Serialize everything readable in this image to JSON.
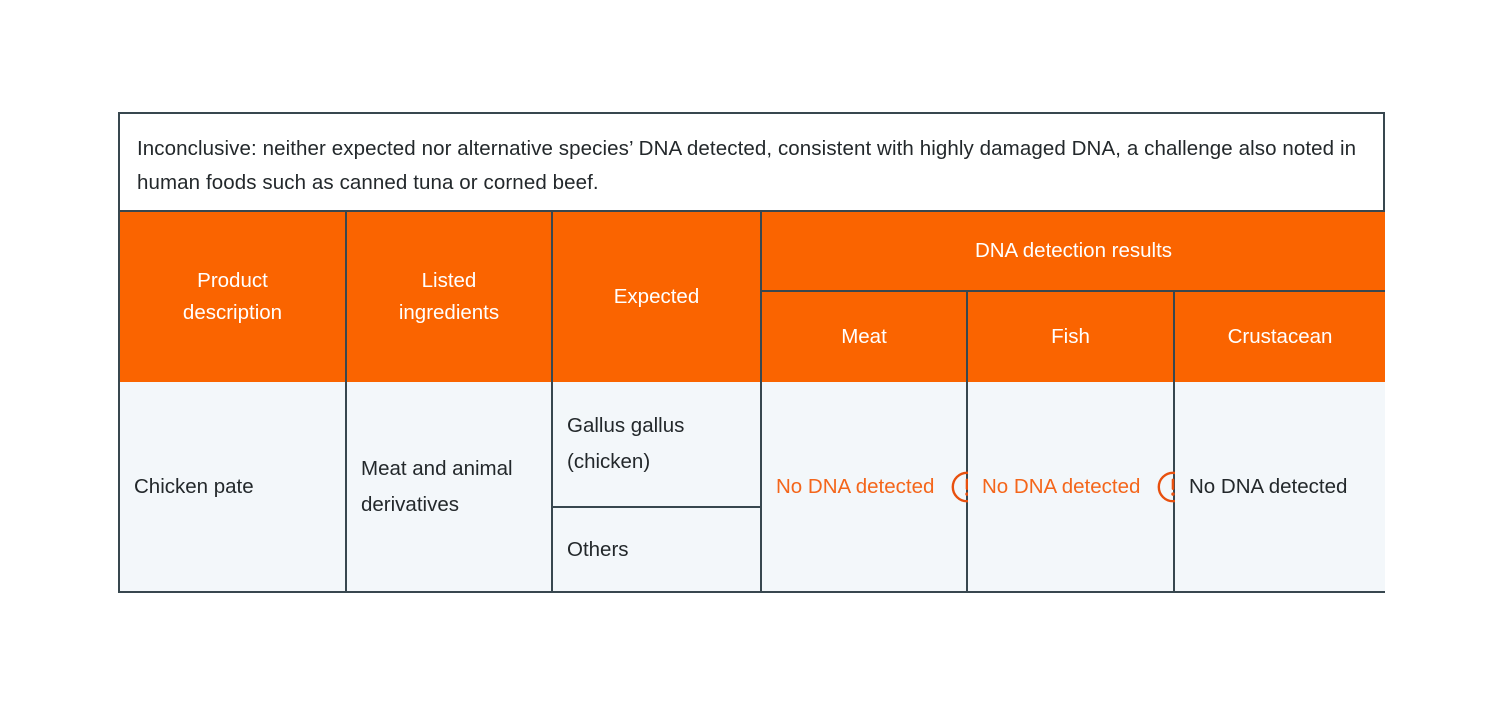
{
  "table": {
    "note": "Inconclusive: neither expected nor alternative species’ DNA detected, consistent with highly damaged DNA, a challenge also noted in human foods such as canned tuna or corned beef.",
    "colors": {
      "header_background": "#FA6400",
      "header_text": "#FFFFFF",
      "body_background": "#F3F7FA",
      "body_text": "#23282B",
      "border": "#38474F",
      "alert_text": "#F4661B",
      "alert_icon": "#E8500E"
    },
    "headers": {
      "product_description": "Product\ndescription",
      "product_description_line1": "Product",
      "product_description_line2": "description",
      "listed_ingredients_line1": "Listed",
      "listed_ingredients_line2": "ingredients",
      "expected": "Expected",
      "dna_group": "DNA detection results",
      "meat": "Meat",
      "fish": "Fish",
      "crustacean": "Crustacean"
    },
    "rows": [
      {
        "product_description": "Chicken pate",
        "listed_ingredients": "Meat and animal derivatives",
        "expected": [
          "Gallus gallus (chicken)",
          "Others"
        ],
        "meat": {
          "text": "No DNA detected",
          "alert": true,
          "icon": "exclamation-circle-icon"
        },
        "fish": {
          "text": "No DNA detected",
          "alert": true,
          "icon": "exclamation-circle-icon"
        },
        "crustacean": {
          "text": "No DNA detected",
          "alert": false,
          "icon": ""
        }
      }
    ]
  }
}
